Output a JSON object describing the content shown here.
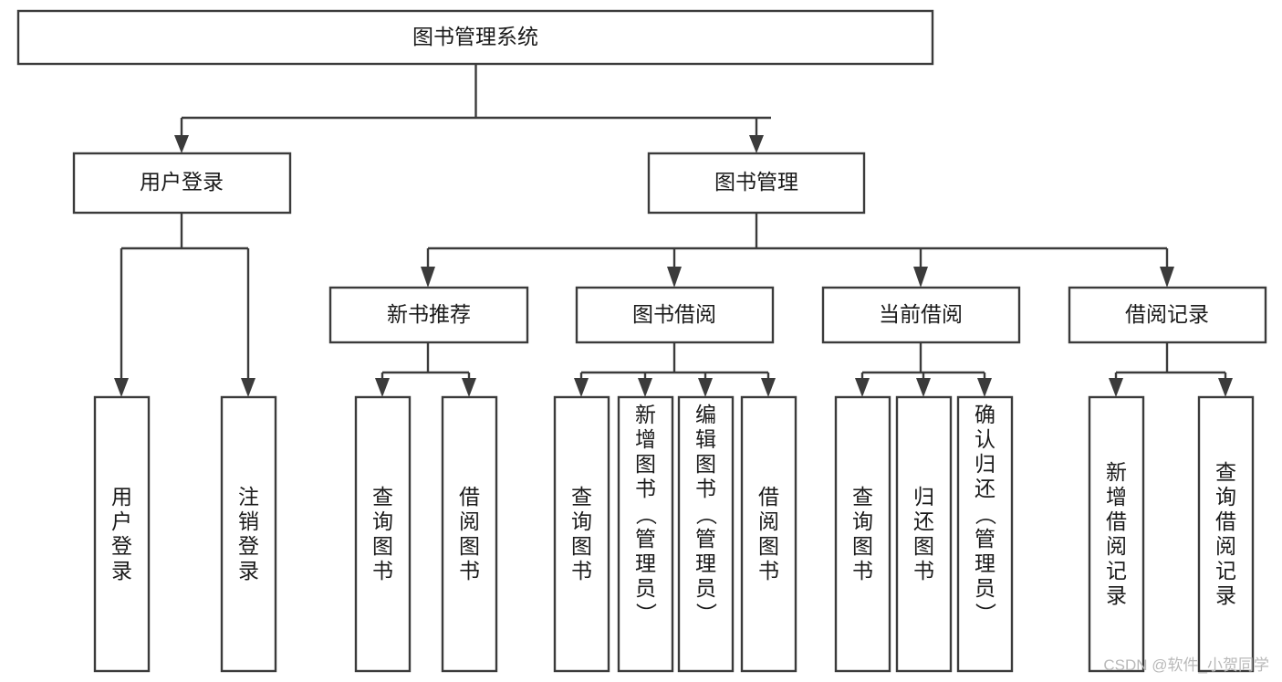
{
  "diagram": {
    "title": "图书管理系统",
    "watermark": "CSDN @软件_小贺同学",
    "theme": {
      "background": "#ffffff",
      "box_stroke": "#3b3b3b",
      "box_fill": "#ffffff",
      "text_color": "#1a1a1a",
      "watermark_color": "#b9b9b9"
    },
    "root": {
      "label": "图书管理系统"
    },
    "level2": [
      {
        "label": "用户登录"
      },
      {
        "label": "图书管理"
      }
    ],
    "level3": [
      {
        "label": "新书推荐"
      },
      {
        "label": "图书借阅"
      },
      {
        "label": "当前借阅"
      },
      {
        "label": "借阅记录"
      }
    ],
    "leaves": {
      "user_login": [
        {
          "label": "用户登录"
        },
        {
          "label": "注销登录"
        }
      ],
      "new_book_recommend": [
        {
          "label": "查询图书"
        },
        {
          "label": "借阅图书"
        }
      ],
      "book_borrow": [
        {
          "label": "查询图书"
        },
        {
          "label": "新增图书（管理员）"
        },
        {
          "label": "编辑图书（管理员）"
        },
        {
          "label": "借阅图书"
        }
      ],
      "current_borrow": [
        {
          "label": "查询图书"
        },
        {
          "label": "归还图书"
        },
        {
          "label": "确认归还（管理员）"
        }
      ],
      "borrow_record": [
        {
          "label": "新增借阅记录"
        },
        {
          "label": "查询借阅记录"
        }
      ]
    }
  }
}
